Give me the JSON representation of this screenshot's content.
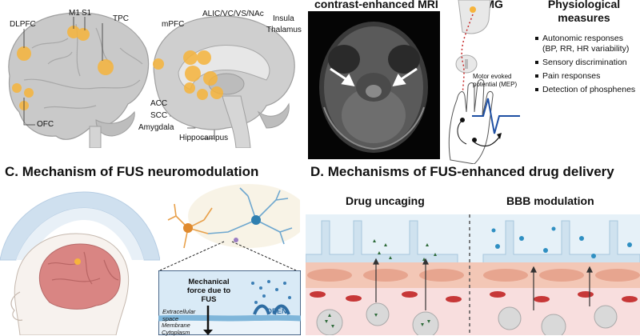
{
  "panel_a": {
    "lateral_labels": {
      "dlpfc": "DLPFC",
      "m1": "M1",
      "s1": "S1",
      "tpc": "TPC",
      "ofc": "OFC"
    },
    "medial_labels": {
      "mpfc": "mPFC",
      "alic": "ALIC/VC/VS/NAc",
      "insula": "Insula",
      "thalamus": "Thalamus",
      "acc": "ACC",
      "scc": "SCC",
      "amygdala": "Amygdala",
      "hippocampus": "Hippocampus"
    },
    "target_color": "#f6b43c"
  },
  "panel_b": {
    "mri_title": "contrast-enhanced MRI",
    "emg_title": "EMG",
    "mep_label": "Motor evoked potential (MEP)",
    "physio_title": "Physiological measures",
    "measures": [
      "Autonomic responses (BP, RR, HR variability)",
      "Sensory discrimination",
      "Pain responses",
      "Detection of phosphenes"
    ]
  },
  "panel_c": {
    "title": "C. Mechanism of FUS neuromodulation",
    "force_label": "Mechanical force due to FUS",
    "extracellular_label": "Extracellular space",
    "membrane_label": "Membrane",
    "cytoplasm_label": "Cytoplasm",
    "open_label": "OPEN"
  },
  "panel_d": {
    "title": "D. Mechanisms of FUS-enhanced drug delivery",
    "left_title": "Drug uncaging",
    "right_title": "BBB modulation",
    "drug_color": "#2e6b3a",
    "particle_color": "#2f8fc2"
  }
}
